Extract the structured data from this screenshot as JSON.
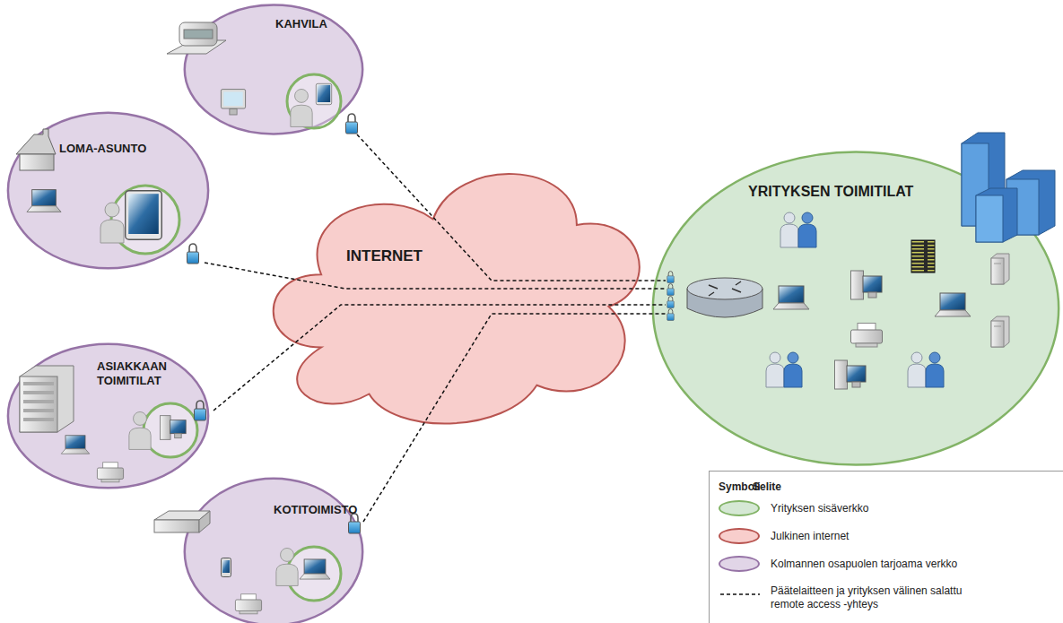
{
  "diagram": {
    "nodes": [
      {
        "text": [
          "KAHVILA"
        ]
      },
      {
        "text": [
          "LOMA-ASUNTO"
        ]
      },
      {
        "text": [
          "INTERNET"
        ]
      },
      {
        "text": [
          "YRITYKSEN TOIMITILAT"
        ]
      },
      {
        "text": [
          "ASIAKKAAN TOIMITILAT"
        ]
      },
      {
        "text": [
          "KOTITOIMISTO"
        ]
      }
    ],
    "edges": [
      {
        "from": 0,
        "to": 3,
        "arrow": "none"
      },
      {
        "from": 1,
        "to": 3,
        "arrow": "none"
      },
      {
        "from": 4,
        "to": 3,
        "arrow": "none"
      },
      {
        "from": 5,
        "to": 3,
        "arrow": "none"
      }
    ],
    "labels": [
      "Symboli",
      "Selite"
    ],
    "legend": [
      {
        "text": "Yrityksen sisäverkko",
        "color": "#d5e8d4"
      },
      {
        "text": "Julkinen internet",
        "color": "#f8cecc"
      },
      {
        "text": "Kolmannen osapuolen tarjoama verkko",
        "color": "#e1d5e7"
      },
      {
        "text": "Päätelaitteen ja yrityksen välinen salattu remote access -yhteys"
      }
    ]
  }
}
